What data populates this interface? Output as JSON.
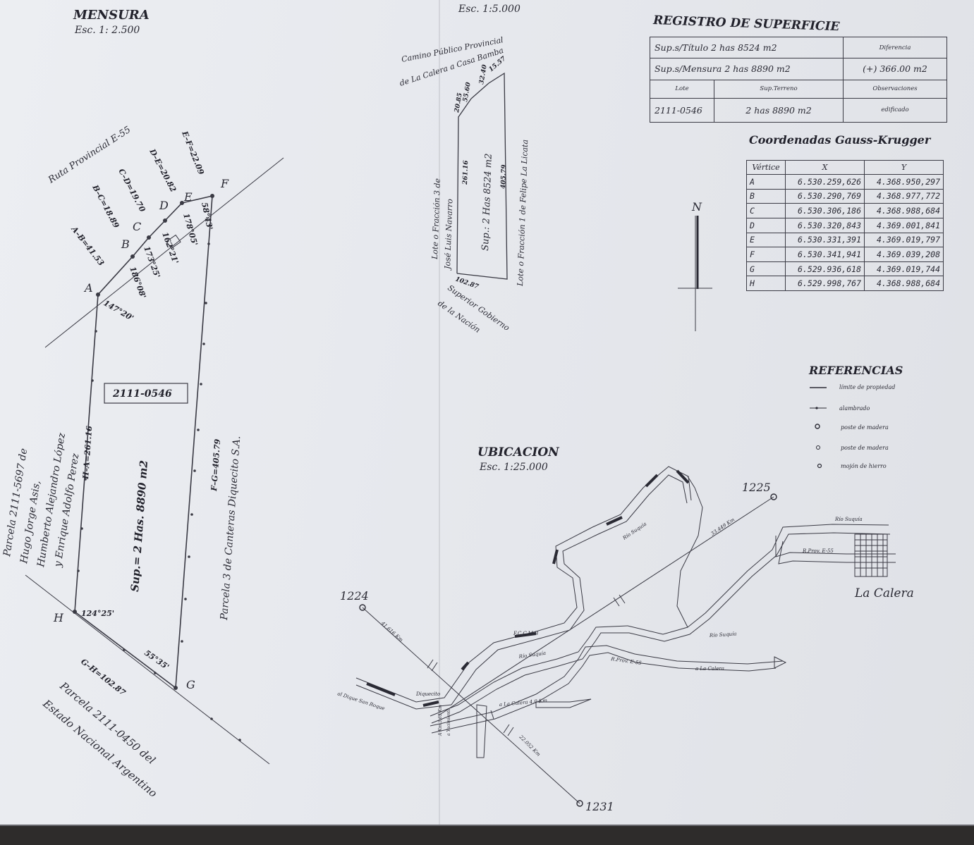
{
  "mensura": {
    "title": "MENSURA",
    "scale": "Esc.  1: 2.500"
  },
  "top_scale": "Esc.  1:5.000",
  "registro": {
    "title": "REGISTRO DE SUPERFICIE",
    "sup_titulo": "Sup.s/Título 2 has 8524 m2",
    "sup_mensura": "Sup.s/Mensura 2 has 8890 m2",
    "diferencia_label": "Diferencia",
    "diferencia_value": "(+) 366.00 m2",
    "headers": {
      "lote": "Lote",
      "sup_terreno": "Sup.Terreno",
      "observaciones": "Observaciones"
    },
    "row": {
      "lote": "2111-0546",
      "sup_terreno": "2 has 8890 m2",
      "observaciones": "edificado"
    }
  },
  "coordenadas": {
    "title": "Coordenadas Gauss-Krugger",
    "headers": [
      "Vértice",
      "X",
      "Y"
    ],
    "rows": [
      [
        "A",
        "6.530.259,626",
        "4.368.950,297"
      ],
      [
        "B",
        "6.530.290,769",
        "4.368.977,772"
      ],
      [
        "C",
        "6.530.306,186",
        "4.368.988,684"
      ],
      [
        "D",
        "6.530.320,843",
        "4.369.001,841"
      ],
      [
        "E",
        "6.530.331,391",
        "4.369.019,797"
      ],
      [
        "F",
        "6.530.341,941",
        "4.369.039,208"
      ],
      [
        "G",
        "6.529.936,618",
        "4.369.019,744"
      ],
      [
        "H",
        "6.529.998,767",
        "4.368.988,684"
      ]
    ]
  },
  "north": "N",
  "referencias": {
    "title": "REFERENCIAS",
    "items": [
      "límite de propiedad",
      "alambrado",
      "poste de madera",
      "poste de madera",
      "mojón de hierro"
    ]
  },
  "ubicacion": {
    "title": "UBICACION",
    "scale": "Esc.  1:25.000"
  },
  "lot_box": "2111-0546",
  "vertices": [
    "A",
    "B",
    "C",
    "D",
    "E",
    "F",
    "G",
    "H"
  ],
  "sides": {
    "ab": "A–B=41.53",
    "bc": "B–C=18.89",
    "cd": "C–D=19.70",
    "de": "D–E=20.82",
    "ef": "E–F=22.09",
    "ha": "H–A=261.16",
    "fg": "F–G=405.79",
    "gh": "G–H=102.87"
  },
  "angles": {
    "a": "147°20'",
    "b": "186°08'",
    "c": "173°25'",
    "d": "162°21'",
    "e": "178°05'",
    "f": "58°43'",
    "h": "124°25'",
    "g": "55°35'"
  },
  "superficie": "Sup.= 2 Has. 8890 m2",
  "ruta": "Ruta  Provincial  E-55",
  "parcela_west": [
    "Parcela 2111-5697 de",
    "Hugo Jorge Asis,",
    "Humberto Alejandro López",
    "y Enrique Adolfo Perez"
  ],
  "parcela_east": "Parcela 3 de Canteras Diquecito S.A.",
  "parcela_south": [
    "Parcela 2111-0450 del",
    "Estado Nacional Argentino"
  ],
  "small_plan": {
    "camino": [
      "Camino Público Provincial",
      "de La Calera a Casa Bamba"
    ],
    "top_dims": [
      "20.85",
      "55.60",
      "32.40",
      "15.57"
    ],
    "left_dim": "261.16",
    "right_dim": "405.79",
    "bottom_dim": "102.87",
    "sup": "Sup.: 2 Has 8524 m2",
    "west_owner": [
      "Lote o Fracción 3 de",
      "José Luis Navarro"
    ],
    "east_owner": "Lote o Fracción 1 de Felipe La Licata",
    "south_owner": [
      "Superior Gobierno",
      "de la Nación"
    ]
  },
  "location_map": {
    "points": [
      "1224",
      "1225",
      "1231"
    ],
    "la_calera": "La Calera",
    "rio_suquia": "Río Suquía",
    "rprov": "R.Prov. E-55",
    "fccmb": "F.C.C.M.B",
    "diquecito": "Diquecito",
    "al_dique": "al Dique San Roque",
    "a_la_calera": "a La Calera",
    "a_la_calera_km": "a La Calera 4,0 Km",
    "d_1224": "41.616 Km",
    "d_1225": "33.449 Km",
    "d_1231": "22.052 Km",
    "a_yacimiento": [
      "a Yacimiento",
      "A Km 3,65 Km"
    ]
  }
}
